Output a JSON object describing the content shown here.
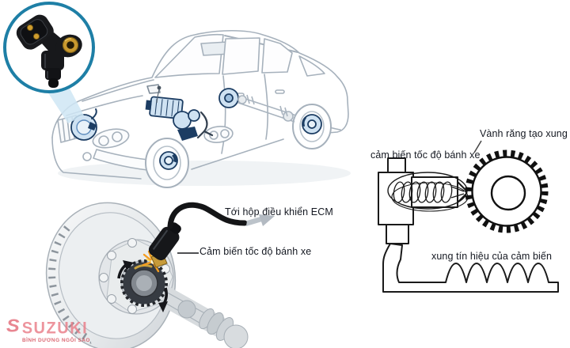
{
  "labels": {
    "to_ecm": "Tới hộp điều khiển ECM",
    "wheel_speed_sensor": "Cảm biến tốc độ bánh xe",
    "tone_ring": "Vành răng tạo xung",
    "wheel_speed_sensor_cutaway": "cảm biến tốc độ bánh xe",
    "sensor_signal": "xung tín hiệu của cảm biến"
  },
  "watermark": {
    "logo_letter": "S",
    "brand": "SUZUKI",
    "tagline": "BÌNH DƯƠNG NGÔI SAO"
  },
  "colors": {
    "inset_ring": "#1e7fa6",
    "beam_blue": "#cfe6f5",
    "component_fill": "#cfe2f2",
    "component_outline": "#1c3d63",
    "car_line_gray": "#a6b1bc",
    "diagram_line": "#1a1a1a",
    "label_text": "#141821",
    "watermark_pink": "#e4737e",
    "sensor_black": "#16171a",
    "brass_gold": "#c9992f",
    "spark_orange": "#f59d1f"
  }
}
